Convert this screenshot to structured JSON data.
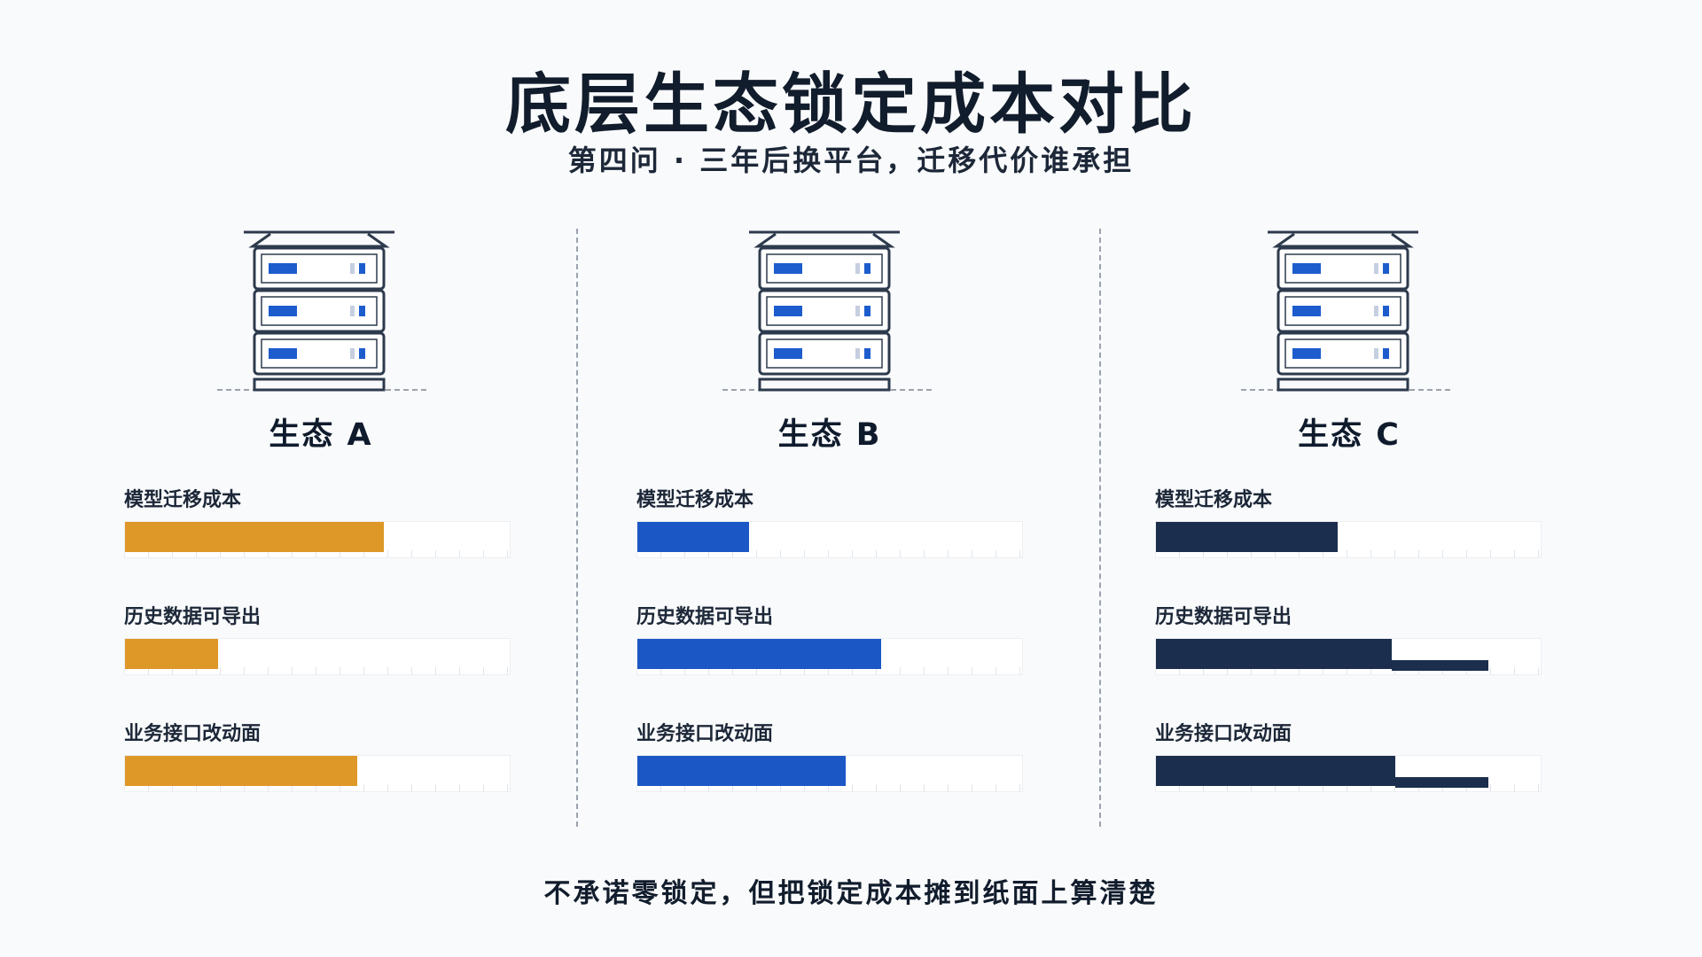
{
  "title": "底层生态锁定成本对比",
  "subtitle": "第四问 · 三年后换平台，迁移代价谁承担",
  "footer": "不承诺零锁定，但把锁定成本摊到纸面上算清楚",
  "chart_data": {
    "type": "bar",
    "title": "底层生态锁定成本对比",
    "categories": [
      "模型迁移成本",
      "历史数据可导出",
      "业务接口改动面"
    ],
    "xlim": [
      0,
      100
    ],
    "grid": true,
    "series": [
      {
        "name": "生态 A",
        "color": "#de9828",
        "values": [
          67,
          24,
          60
        ],
        "secondary": [
          null,
          null,
          null
        ]
      },
      {
        "name": "生态 B",
        "color": "#1c57c6",
        "values": [
          29,
          63,
          54
        ],
        "secondary": [
          null,
          null,
          null
        ]
      },
      {
        "name": "生态 C",
        "color": "#1c2e4d",
        "values": [
          47,
          61,
          62
        ],
        "secondary": [
          null,
          86,
          86
        ]
      }
    ]
  }
}
